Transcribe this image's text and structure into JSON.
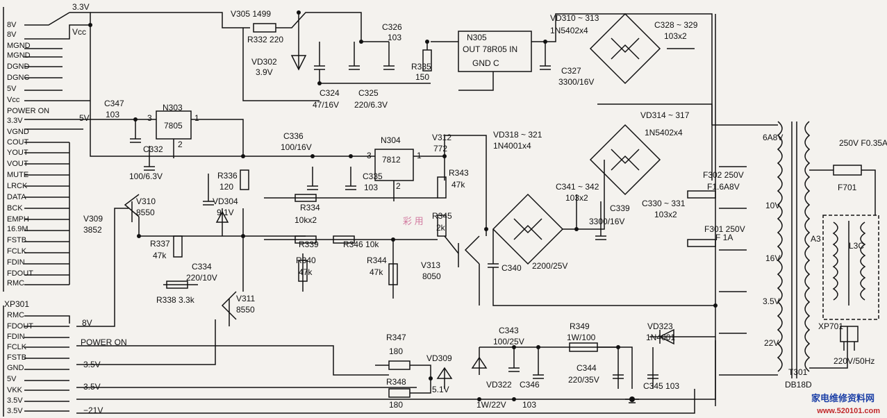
{
  "connector": {
    "top_pins": [
      "8V",
      "8V",
      "MGND",
      "MGND",
      "DGND",
      "DGNC",
      "5V",
      "Vcc",
      "POWER ON",
      "3.3V",
      "VGND",
      "COUT",
      "YOUT",
      "VOUT",
      "MUTE",
      "LRCK",
      "DATA",
      "BCK",
      "EMPH",
      "16.9M",
      "FSTB",
      "FCLK",
      "FDIN",
      "FDOUT",
      "RMC"
    ],
    "ref": "XP301",
    "bottom_pins": [
      "RMC",
      "FDOUT",
      "FDIN",
      "FCLK",
      "FSTB",
      "GND",
      "5V",
      "VKK",
      "3.5V",
      "3.5V"
    ]
  },
  "rails": {
    "v33": "3.3V",
    "vcc": "Vcc",
    "v5": "5V",
    "v8": "8V",
    "power_on": "POWER ON",
    "v35a": "3.5V",
    "v35b": "3.5V",
    "vneg21": "−21V"
  },
  "parts": {
    "v305": "V305  1499",
    "r332": "R332  220",
    "vd302": "VD302",
    "vd302_val": "3.9V",
    "c326": "C326",
    "c326_val": "103",
    "n305": "N305",
    "n305_pins": "OUT  78R05 IN",
    "n305_gnd": "GND     C",
    "r335": "R335",
    "r335_val": "150",
    "c324": "C324",
    "c324_val": "47/16V",
    "c325": "C325",
    "c325_val": "220/6.3V",
    "c327": "C327",
    "c327_val": "3300/16V",
    "vd310": "VD310 ~ 313",
    "vd310_val": "1N5402x4",
    "c328": "C328 ~ 329",
    "c328_val": "103x2",
    "c347": "C347",
    "c347_val": "103",
    "n303": "N303",
    "n303_ic": "7805",
    "n303_p3": "3",
    "n303_p1": "1",
    "n303_p2": "2",
    "c332": "C332",
    "c332_val": "100/6.3V",
    "c336": "C336",
    "c336_val": "100/16V",
    "n304": "N304",
    "n304_ic": "7812",
    "n304_p3": "3",
    "n304_p1": "1",
    "n304_p2": "2",
    "c335": "C335",
    "c335_val": "103",
    "v312": "V312",
    "v312_val": "772",
    "r343": "R343",
    "r343_val": "47k",
    "vd318": "VD318 ~ 321",
    "vd318_val": "1N4001x4",
    "c341": "C341 ~ 342",
    "c341_val": "103x2",
    "c339": "C339",
    "c339_val": "3300/16V",
    "vd314": "VD314 ~ 317",
    "vd314_val": "1N5402x4",
    "c330": "C330 ~ 331",
    "c330_val": "103x2",
    "r336": "R336",
    "r336_val": "120",
    "vd304": "VD304",
    "vd304_val": "9.1V",
    "v310": "V310",
    "v310_val": "8550",
    "v309": "V309",
    "v309_val": "3852",
    "r337": "R337",
    "r337_val": "47k",
    "c334": "C334",
    "c334_val": "220/10V",
    "r338": "R338  3.3k",
    "v311": "V311",
    "v311_val": "8550",
    "r334": "R334",
    "r334_val": "10kx2",
    "r339": "R339",
    "r346": "R346  10k",
    "r340": "R340",
    "r340_val": "47k",
    "r344": "R344",
    "r344_val": "47k",
    "r345": "R345",
    "r345_val": "2k",
    "v313": "V313",
    "v313_val": "8050",
    "c340": "C340",
    "c340_val": "2200/25V",
    "c343": "C343",
    "c343_val": "100/25V",
    "r349": "R349",
    "r349_val": "1W/100",
    "vd323": "VD323",
    "vd323_val": "1N4001",
    "r347": "R347",
    "r347_val": "180",
    "r348": "R348",
    "r348_val": "180",
    "vd309": "VD309",
    "vd309_val": "5.1V",
    "vd322": "VD322",
    "vd322_val": "1W/22V",
    "c346": "C346",
    "c346_val": "103",
    "c344": "C344",
    "c344_val": "220/35V",
    "c345": "C345    103",
    "f302": "F302  250V",
    "f302_val": "F1.6A8V",
    "f301": "F301  250V",
    "f301_val": "F 1A",
    "f701": "F701",
    "f701_rating": "250V  F0.35A",
    "a3": "A3",
    "l3c": "L3C",
    "xp701": "XP701",
    "mains": "220V/50Hz",
    "t301": "T301",
    "t301_type": "DB18D"
  },
  "windings": [
    "6A8V",
    "10V",
    "16V",
    "3.5V",
    "22V"
  ],
  "watermark": {
    "site": "家电维修资料网",
    "url": "www.520101.com",
    "stamp": "彩  用"
  },
  "colors": {
    "ink": "#111111",
    "paper": "#f4f2ee",
    "watermark_blue": "#1b3fa6",
    "watermark_red": "#c0282a"
  }
}
